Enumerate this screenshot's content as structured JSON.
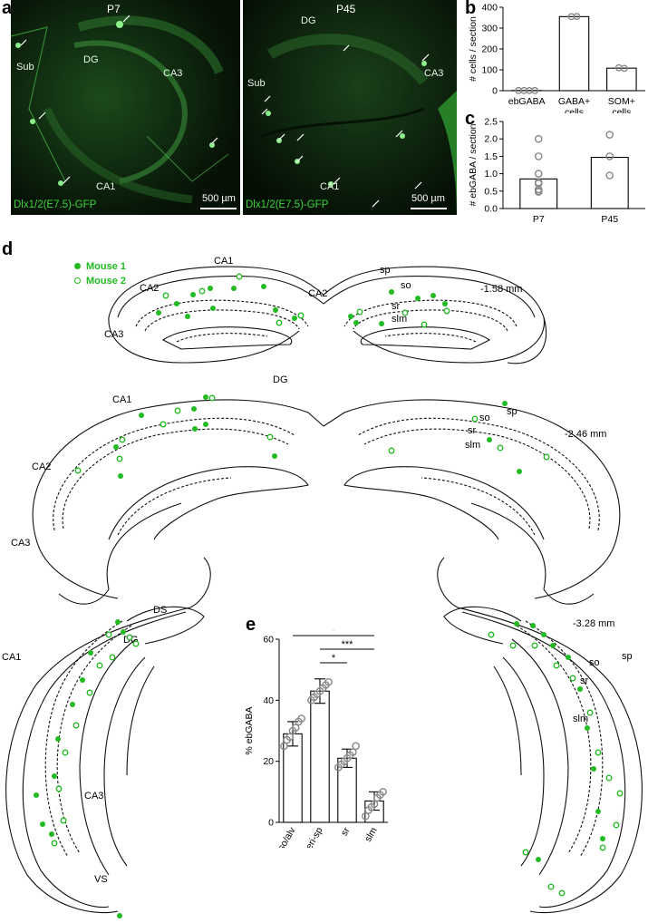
{
  "panel_labels": {
    "a": "a",
    "b": "b",
    "c": "c",
    "d": "d",
    "e": "e"
  },
  "panel_a": {
    "left": {
      "age": "P7",
      "regions": [
        "Sub",
        "DG",
        "CA3",
        "CA1"
      ],
      "reporter": "Dlx1/2(E7.5)-GFP",
      "scalebar": "500 µm"
    },
    "right": {
      "age": "P45",
      "regions": [
        "DG",
        "Sub",
        "CA3",
        "CA1"
      ],
      "reporter": "Dlx1/2(E7.5)-GFP",
      "scalebar": "500 µm"
    }
  },
  "panel_d": {
    "legend": {
      "mouse1": "Mouse 1",
      "mouse2": "Mouse 2"
    },
    "colors": {
      "mouse1": "#22bb22",
      "mouse2": "#22bb22"
    },
    "levels": [
      "-1.58 mm",
      "-2.46 mm",
      "-3.28 mm"
    ],
    "regions": {
      "ca1": "CA1",
      "ca2": "CA2",
      "ca3": "CA3",
      "dg": "DG",
      "ds": "DS",
      "vs": "VS",
      "sp": "sp",
      "so": "so",
      "sr": "sr",
      "slm": "slm"
    }
  },
  "chart_data": [
    {
      "type": "bar",
      "panel": "b",
      "categories": [
        "ebGABA",
        "GABA+\ncells",
        "SOM+\ncells"
      ],
      "category_lines": [
        [
          "ebGABA"
        ],
        [
          "GABA+",
          "cells"
        ],
        [
          "SOM+",
          "cells"
        ]
      ],
      "values": [
        0.85,
        355,
        108
      ],
      "points": [
        [
          0.8,
          0.8,
          0.8,
          0.8
        ],
        [
          355,
          356
        ],
        [
          110,
          107
        ]
      ],
      "ylabel": "# cells / section",
      "ylim": [
        0,
        400
      ],
      "yticks": [
        0,
        100,
        200,
        300,
        400
      ]
    },
    {
      "type": "bar",
      "panel": "c",
      "categories": [
        "P7",
        "P45"
      ],
      "values": [
        0.85,
        1.47
      ],
      "points": [
        [
          2.0,
          1.5,
          1.0,
          0.72,
          0.5,
          0.48,
          0.55,
          0.75
        ],
        [
          2.12,
          1.5,
          0.95
        ]
      ],
      "ylabel": "# ebGABA / section",
      "ylim": [
        0,
        2.5
      ],
      "yticks": [
        "0.0",
        "0.5",
        "1.0",
        "1.5",
        "2.0",
        "2.5"
      ]
    },
    {
      "type": "bar",
      "panel": "e",
      "categories": [
        "so/alv",
        "intra-/peri-sp",
        "sr",
        "slm"
      ],
      "values": [
        29,
        43,
        21,
        7
      ],
      "errors": [
        4,
        4,
        3,
        3
      ],
      "points": [
        [
          25,
          27,
          28,
          30,
          31,
          33,
          34
        ],
        [
          40,
          41,
          42,
          43,
          44,
          45,
          46
        ],
        [
          18,
          19,
          20,
          21,
          22,
          23,
          25
        ],
        [
          2,
          4,
          5,
          6,
          8,
          9,
          10
        ]
      ],
      "ylabel": "% ebGABA",
      "ylim": [
        0,
        60
      ],
      "yticks": [
        0,
        20,
        40,
        60
      ],
      "significance": [
        "*",
        "***",
        "*"
      ]
    }
  ]
}
